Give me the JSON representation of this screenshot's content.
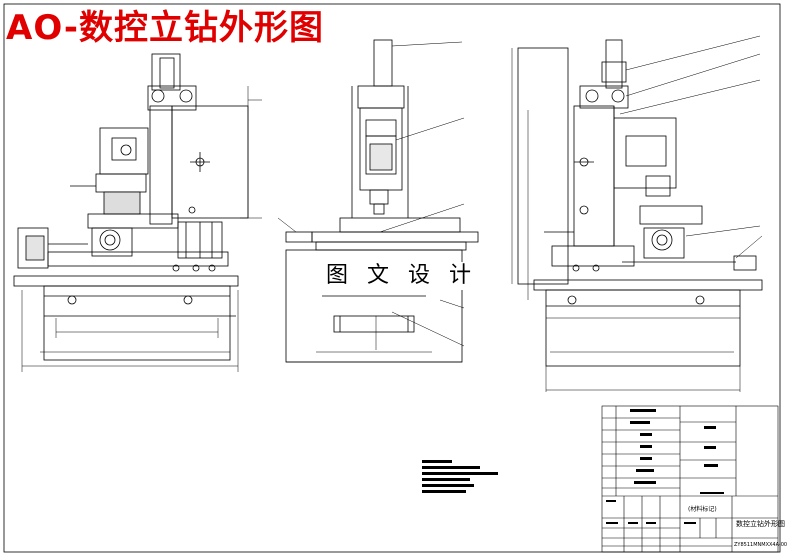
{
  "drawing": {
    "title": "AO-数控立钻外形图",
    "watermark": "图 文 设 计",
    "colors": {
      "title": "#e00000",
      "line": "#000000",
      "background": "#ffffff"
    }
  },
  "title_block": {
    "drawing_name": "数控立钻外形图",
    "drawing_number": "ZY8511MNMXX4A-00",
    "material_note": "(材料标记)"
  }
}
